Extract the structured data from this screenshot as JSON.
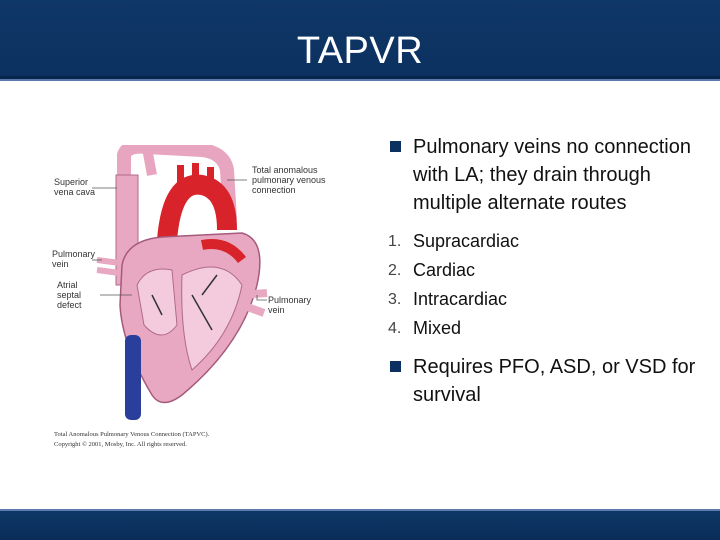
{
  "slide": {
    "title": "TAPVR"
  },
  "figure": {
    "labels": {
      "svc": "Superior vena cava",
      "tapvc": "Total anomalous pulmonary venous connection",
      "pulm_left": "Pulmonary vein",
      "asd": "Atrial septal defect",
      "pulm_right": "Pulmonary vein"
    },
    "caption": "Total Anomalous Pulmonary Venous Connection (TAPVC).",
    "copyright": "Copyright © 2001, Mosby, Inc. All rights reserved."
  },
  "content": {
    "bullet1": "Pulmonary veins no connection with LA; they drain through multiple alternate routes",
    "list": [
      {
        "num": "1.",
        "text": "Supracardiac"
      },
      {
        "num": "2.",
        "text": "Cardiac"
      },
      {
        "num": "3.",
        "text": "Intracardiac"
      },
      {
        "num": "4.",
        "text": "Mixed"
      }
    ],
    "bullet2": "Requires PFO, ASD, or VSD for survival"
  },
  "colors": {
    "header": "#0c3160",
    "bullet": "#0c3160",
    "heart_pink": "#e9a8c2",
    "artery_red": "#d8232a",
    "vein_blue": "#2a3f9b"
  }
}
